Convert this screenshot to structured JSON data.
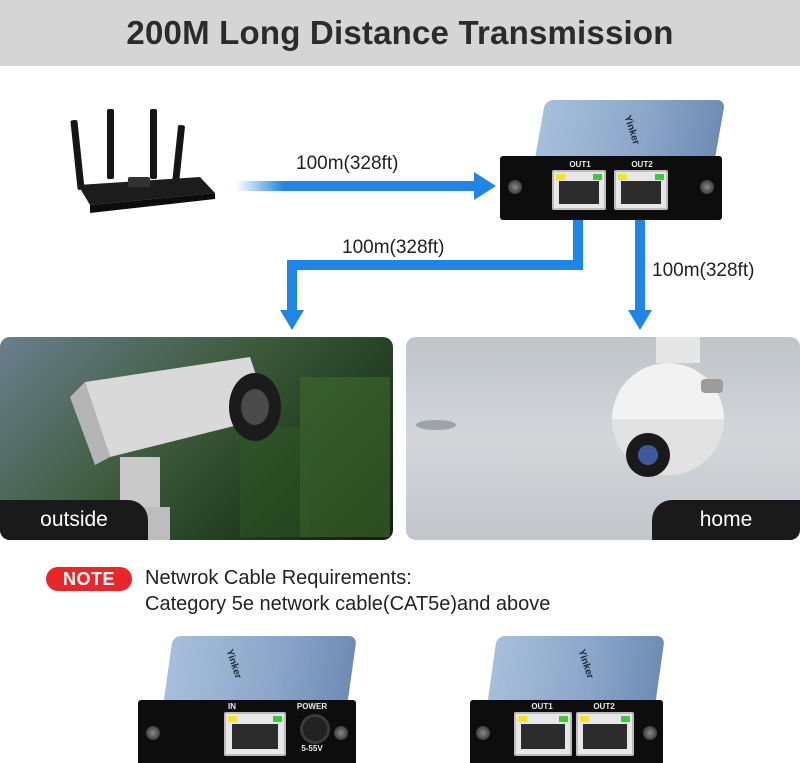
{
  "title": "200M Long Distance Transmission",
  "distances": {
    "router_to_extender": "100m(328ft)",
    "out1_to_outside": "100m(328ft)",
    "out2_to_home": "100m(328ft)"
  },
  "extender_top": {
    "brand": "Yinker",
    "ports": [
      "OUT1",
      "OUT2"
    ]
  },
  "scenes": {
    "outside_label": "outside",
    "home_label": "home"
  },
  "note": {
    "badge": "NOTE",
    "line1": "Netwrok Cable Requirements:",
    "line2": "Category 5e network cable(CAT5e)and above"
  },
  "device_left": {
    "brand": "Yinker",
    "port_label": "IN",
    "power_label": "POWER",
    "voltage": "5-55V"
  },
  "device_right": {
    "brand": "Yinker",
    "ports": [
      "OUT1",
      "OUT2"
    ]
  },
  "colors": {
    "arrow": "#1f86e6",
    "note_red": "#e8262b",
    "banner": "#d5d5d5"
  }
}
